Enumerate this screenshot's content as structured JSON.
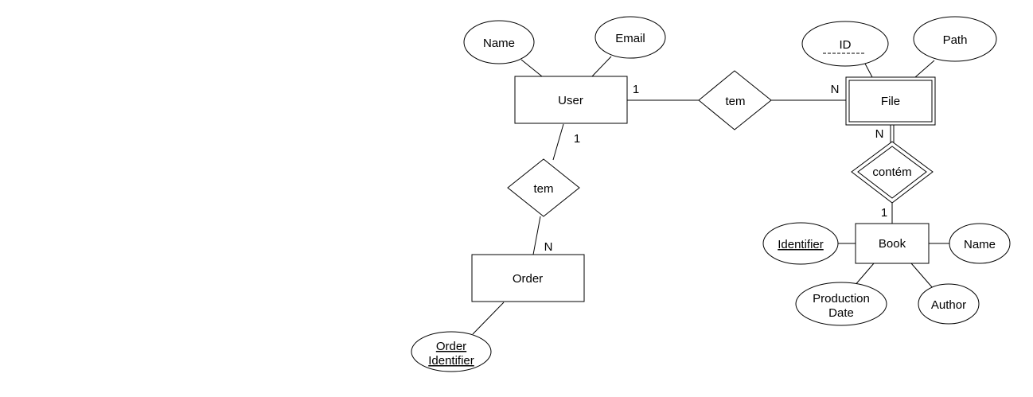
{
  "entities": {
    "user": "User",
    "file": "File",
    "order": "Order",
    "book": "Book"
  },
  "relationships": {
    "user_file": "tem",
    "user_order": "tem",
    "file_book": "contém"
  },
  "attributes": {
    "user_name": "Name",
    "user_email": "Email",
    "file_id": "ID",
    "file_path": "Path",
    "order_identifier_line1": "Order",
    "order_identifier_line2": "Identifier",
    "book_identifier": "Identifier",
    "book_name": "Name",
    "book_production_date_line1": "Production",
    "book_production_date_line2": "Date",
    "book_author": "Author"
  },
  "cardinalities": {
    "user_file_user_side": "1",
    "user_file_file_side": "N",
    "user_order_user_side": "1",
    "user_order_order_side": "N",
    "file_book_file_side": "N",
    "file_book_book_side": "1"
  }
}
